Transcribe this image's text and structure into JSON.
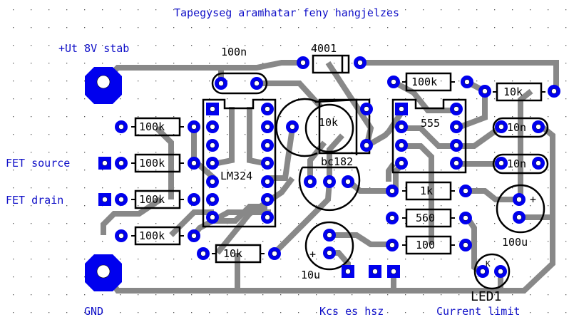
{
  "title": "Tapegyseg aramhatar feny hangjelzes",
  "colors": {
    "pad": "#0000ee",
    "trace": "#888888",
    "silkscreen": "#000000",
    "label": "#1010c8",
    "grid": "#555555"
  },
  "labels": {
    "power_in": "+Ut 8V stab",
    "fet_source": "FET source",
    "fet_drain": "FET drain",
    "gnd": "GND",
    "kcs": "Kcs es hsz",
    "current_limit": "Current limit"
  },
  "components": {
    "c_100n": "100n",
    "d_4001": "4001",
    "r1": "100k",
    "r2": "100k",
    "r3": "100k",
    "r4": "100k",
    "r5": "10k",
    "ic1": "LM324",
    "pot": "10k",
    "transistor": "bc182",
    "r_555_top": "100k",
    "r_right_top": "10k",
    "ic2": "555",
    "c_10n_a": "10n",
    "c_10n_b": "10n",
    "r_1k": "1k",
    "r_560": "560",
    "r_100": "100",
    "c_100u": "100u",
    "c_10u": "10u",
    "led": "LED1",
    "led_k": "K",
    "plus": "+"
  }
}
